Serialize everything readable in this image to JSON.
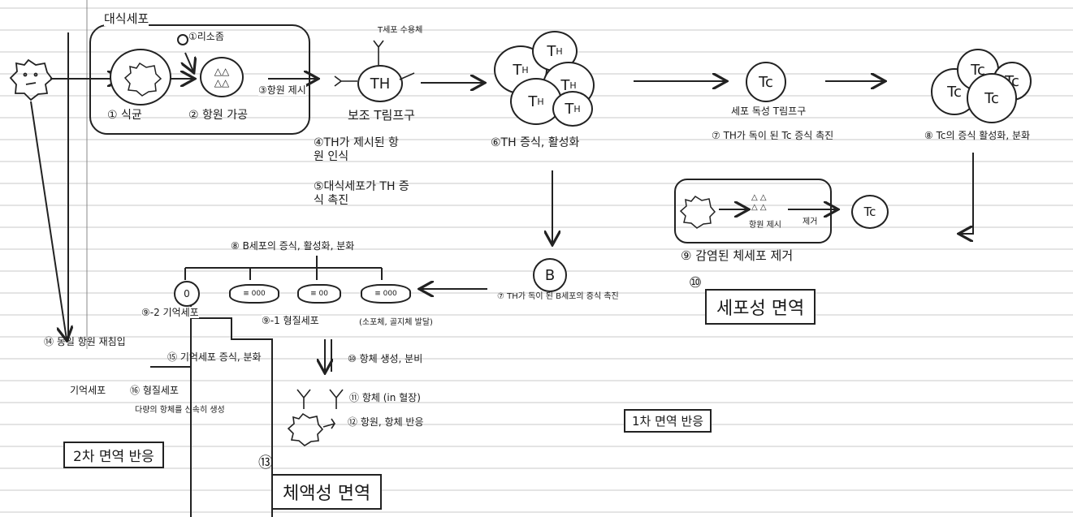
{
  "macrophage": {
    "title": "대식세포",
    "lysosome": "①리소좀",
    "step1": "① 식균",
    "step2": "② 항원 가공",
    "step3": "③항원 제시"
  },
  "th_cell": {
    "receptor": "T세포 수용체",
    "label": "TH",
    "name": "보조 T림프구",
    "step4": "④TH가 제시된 항원 인식",
    "step5": "⑤대식세포가 TH 증식 촉진",
    "step6": "⑥TH 증식, 활성화"
  },
  "tc_cell": {
    "label": "Tc",
    "name": "세포 독성 T림프구",
    "step7": "⑦ TH가 독이 된 Tc 증식 촉진",
    "step8": "⑧ Tc의 증식 활성화, 분화",
    "step9": "⑨ 감염된 체세포 제거",
    "infected_antigen": "항원 제시",
    "removal": "제거"
  },
  "b_cell": {
    "label": "B",
    "step7": "⑦ TH가 독이 된 B세포의 증식 촉진",
    "step8": "⑧ B세포의 증식, 활성화, 분화",
    "memory": "⑨-2 기억세포",
    "plasma": "⑨-1 형질세포",
    "plasma_note": "(소포체, 골지체 발달)"
  },
  "antibody": {
    "step10": "⑩ 항체 생성, 분비",
    "step11": "⑪ 항체 (in 혈장)",
    "step12": "⑫ 항원, 항체 반응"
  },
  "secondary": {
    "step14": "⑭ 동일 항원 재침입",
    "step15": "⑮ 기억세포 증식, 분화",
    "memory_cell": "기억세포",
    "step16": "⑯ 형질세포",
    "step16_note": "다량의 항체를 신속히 생성",
    "label": "2차 면역 반응"
  },
  "labels": {
    "cellular_num": "⑩",
    "cellular": "세포성 면역",
    "humoral_num": "⑬",
    "humoral": "체액성 면역",
    "primary": "1차 면역 반응"
  }
}
